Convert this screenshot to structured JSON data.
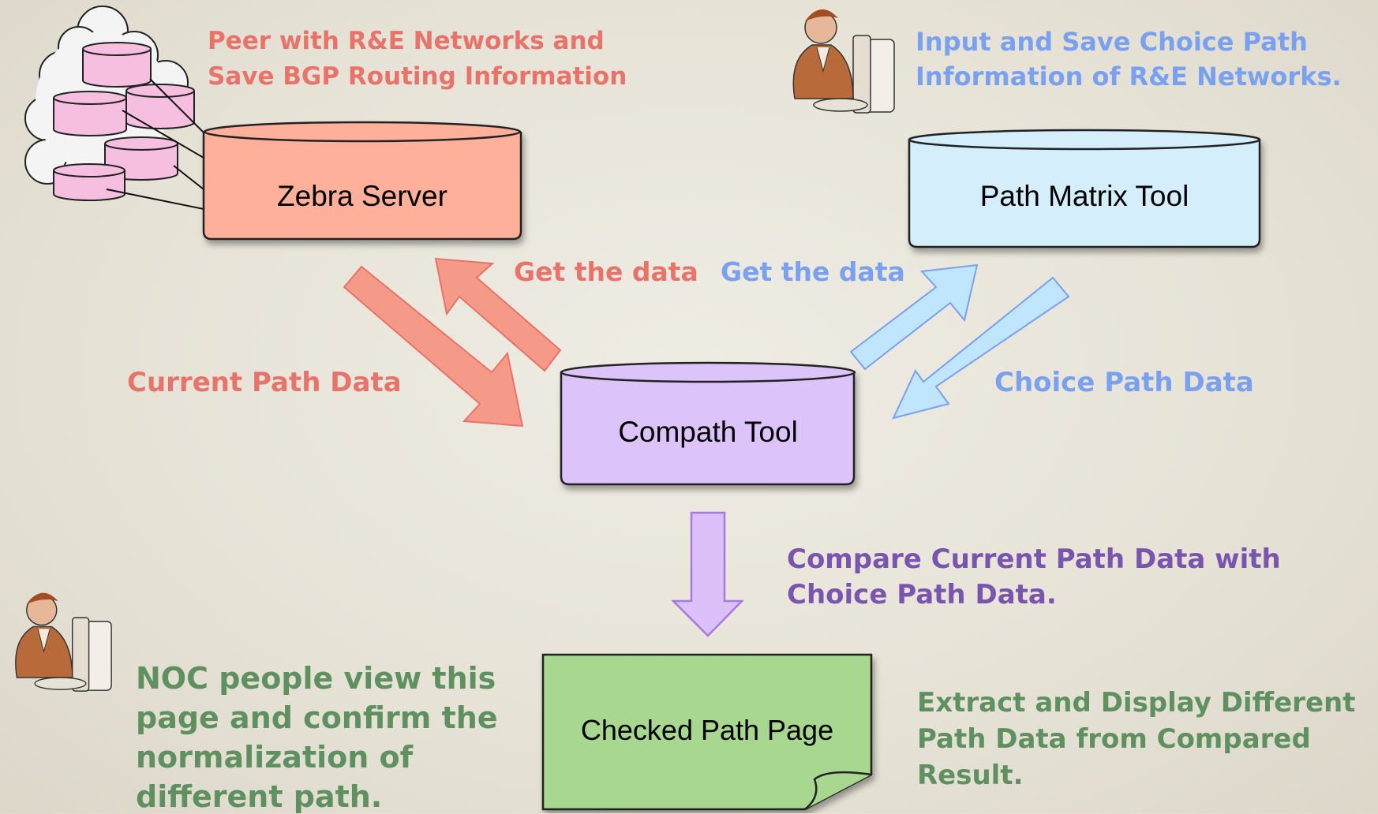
{
  "nodes": {
    "zebra": "Zebra Server",
    "pathmatrix": "Path Matrix Tool",
    "compath": "Compath Tool",
    "checked": "Checked Path Page"
  },
  "labels": {
    "peer_line1": "Peer with R&E Networks and",
    "peer_line2": "Save BGP Routing Information",
    "input_line1": "Input and Save Choice Path",
    "input_line2": "Information of R&E Networks.",
    "get_data_left": "Get the data",
    "get_data_right": "Get the data",
    "current_path": "Current Path Data",
    "choice_path": "Choice Path Data",
    "compare_line1": "Compare Current Path Data with",
    "compare_line2": "Choice Path Data.",
    "noc_line1": "NOC people view this",
    "noc_line2": "page and confirm the",
    "noc_line3": "normalization of",
    "noc_line4": "different path.",
    "extract_line1": "Extract and Display Different",
    "extract_line2": "Path Data from Compared",
    "extract_line3": "Result."
  },
  "colors": {
    "zebra_fill": "#ffb09a",
    "pathmatrix_fill": "#d4eefc",
    "compath_fill": "#dcc4fa",
    "checked_fill": "#a8d890",
    "red_arrow": "#f59a88",
    "blue_arrow": "#bfe6fc",
    "purple_arrow": "#dcc0fa"
  },
  "icons": [
    "network-cloud-icon",
    "person-at-computer-icon"
  ]
}
